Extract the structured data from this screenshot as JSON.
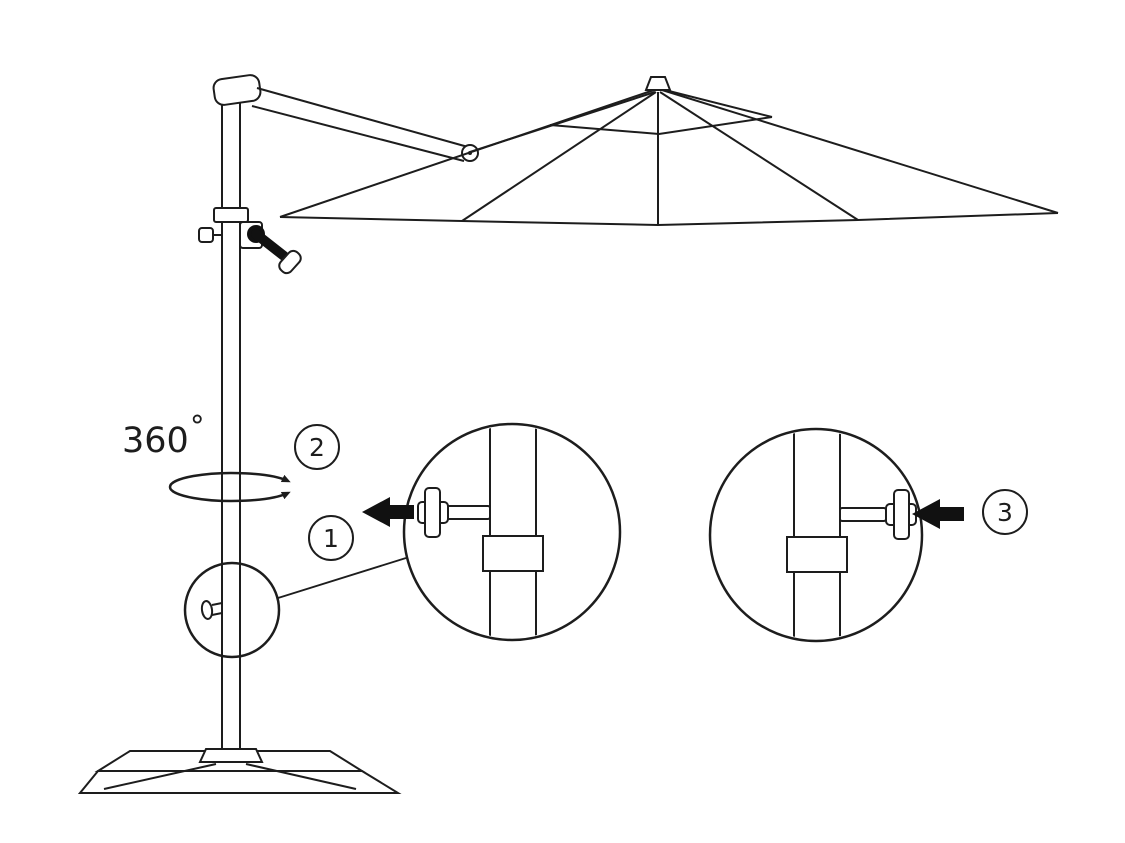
{
  "labels": {
    "rotation_degrees": "360",
    "degree_symbol": "°"
  },
  "callouts": [
    {
      "label": "1"
    },
    {
      "label": "2"
    },
    {
      "label": "3"
    }
  ],
  "colors": {
    "line": "#1d1d1d",
    "background": "#ffffff",
    "arrow_fill": "#111111"
  }
}
